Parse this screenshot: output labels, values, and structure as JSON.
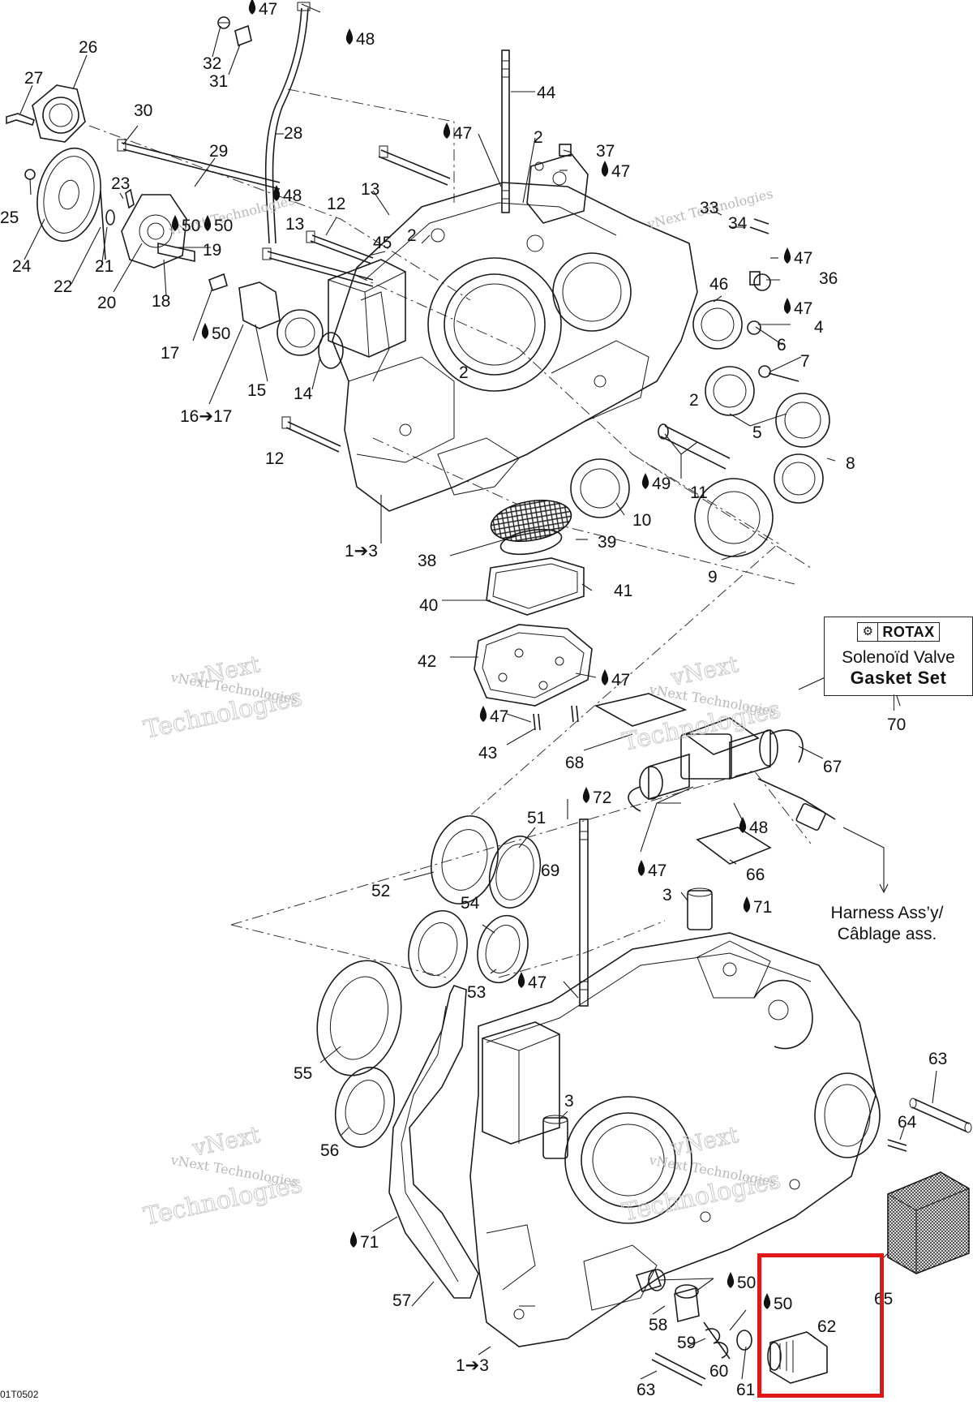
{
  "figure_code": "01T0502",
  "callout": {
    "brand": "ROTAX",
    "line1": "Solenoïd Valve",
    "line2": "Gasket Set",
    "number": "70"
  },
  "harness_note": {
    "line1": "Harness Ass’y/",
    "line2": "Câblage ass."
  },
  "watermark": {
    "line1": "vNext Technologies",
    "line2": "Technologies",
    "line3": "vNext"
  },
  "highlight": {
    "color": "#e01818",
    "part": "62"
  },
  "labels": [
    {
      "id": "l47a",
      "text": "47",
      "drop": true
    },
    {
      "id": "l48a",
      "text": "48",
      "drop": true
    },
    {
      "id": "l32",
      "text": "32",
      "drop": false
    },
    {
      "id": "l31",
      "text": "31",
      "drop": false
    },
    {
      "id": "l26",
      "text": "26",
      "drop": false
    },
    {
      "id": "l27",
      "text": "27",
      "drop": false
    },
    {
      "id": "l30",
      "text": "30",
      "drop": false
    },
    {
      "id": "l28",
      "text": "28",
      "drop": false
    },
    {
      "id": "l44",
      "text": "44",
      "drop": false
    },
    {
      "id": "l47b",
      "text": "47",
      "drop": true
    },
    {
      "id": "l2a",
      "text": "2",
      "drop": false
    },
    {
      "id": "l37",
      "text": "37",
      "drop": false
    },
    {
      "id": "l47c",
      "text": "47",
      "drop": true
    },
    {
      "id": "l29",
      "text": "29",
      "drop": false
    },
    {
      "id": "l23",
      "text": "23",
      "drop": false
    },
    {
      "id": "l25",
      "text": "25",
      "drop": false
    },
    {
      "id": "l13a",
      "text": "13",
      "drop": false
    },
    {
      "id": "l50a",
      "text": "50",
      "drop": true
    },
    {
      "id": "l33",
      "text": "33",
      "drop": false
    },
    {
      "id": "l48b",
      "text": "48",
      "drop": true
    },
    {
      "id": "l12a",
      "text": "12",
      "drop": false
    },
    {
      "id": "l34",
      "text": "34",
      "drop": false
    },
    {
      "id": "l50b",
      "text": "50",
      "drop": true
    },
    {
      "id": "l13b",
      "text": "13",
      "drop": false
    },
    {
      "id": "l2b",
      "text": "2",
      "drop": false
    },
    {
      "id": "l19",
      "text": "19",
      "drop": false
    },
    {
      "id": "l45",
      "text": "45",
      "drop": false
    },
    {
      "id": "l47d",
      "text": "47",
      "drop": true
    },
    {
      "id": "l24",
      "text": "24",
      "drop": false
    },
    {
      "id": "l21",
      "text": "21",
      "drop": false
    },
    {
      "id": "l36",
      "text": "36",
      "drop": false
    },
    {
      "id": "l22",
      "text": "22",
      "drop": false
    },
    {
      "id": "l46",
      "text": "46",
      "drop": false
    },
    {
      "id": "l20",
      "text": "20",
      "drop": false
    },
    {
      "id": "l18",
      "text": "18",
      "drop": false
    },
    {
      "id": "l47e",
      "text": "47",
      "drop": true
    },
    {
      "id": "l4",
      "text": "4",
      "drop": false
    },
    {
      "id": "l50c",
      "text": "50",
      "drop": true
    },
    {
      "id": "l6",
      "text": "6",
      "drop": false
    },
    {
      "id": "l17",
      "text": "17",
      "drop": false
    },
    {
      "id": "l7",
      "text": "7",
      "drop": false
    },
    {
      "id": "l2c",
      "text": "2",
      "drop": false
    },
    {
      "id": "l15",
      "text": "15",
      "drop": false
    },
    {
      "id": "l14",
      "text": "14",
      "drop": false
    },
    {
      "id": "l2d",
      "text": "2",
      "drop": false
    },
    {
      "id": "l16",
      "text": "16➔17",
      "drop": false
    },
    {
      "id": "l5",
      "text": "5",
      "drop": false
    },
    {
      "id": "l12b",
      "text": "12",
      "drop": false
    },
    {
      "id": "l8",
      "text": "8",
      "drop": false
    },
    {
      "id": "l49",
      "text": "49",
      "drop": true
    },
    {
      "id": "l11",
      "text": "11",
      "drop": false
    },
    {
      "id": "l10",
      "text": "10",
      "drop": false
    },
    {
      "id": "l39",
      "text": "39",
      "drop": false
    },
    {
      "id": "l1a",
      "text": "1➔3",
      "drop": false
    },
    {
      "id": "l38",
      "text": "38",
      "drop": false
    },
    {
      "id": "l9",
      "text": "9",
      "drop": false
    },
    {
      "id": "l41",
      "text": "41",
      "drop": false
    },
    {
      "id": "l40",
      "text": "40",
      "drop": false
    },
    {
      "id": "l42",
      "text": "42",
      "drop": false
    },
    {
      "id": "l47f",
      "text": "47",
      "drop": true
    },
    {
      "id": "l47g",
      "text": "47",
      "drop": true
    },
    {
      "id": "l43",
      "text": "43",
      "drop": false
    },
    {
      "id": "l68",
      "text": "68",
      "drop": false
    },
    {
      "id": "l67",
      "text": "67",
      "drop": false
    },
    {
      "id": "l72",
      "text": "72",
      "drop": true
    },
    {
      "id": "l51",
      "text": "51",
      "drop": false
    },
    {
      "id": "l48c",
      "text": "48",
      "drop": true
    },
    {
      "id": "l69",
      "text": "69",
      "drop": false
    },
    {
      "id": "l47h",
      "text": "47",
      "drop": true
    },
    {
      "id": "l66",
      "text": "66",
      "drop": false
    },
    {
      "id": "l52",
      "text": "52",
      "drop": false
    },
    {
      "id": "l3a",
      "text": "3",
      "drop": false
    },
    {
      "id": "l54",
      "text": "54",
      "drop": false
    },
    {
      "id": "l71a",
      "text": "71",
      "drop": true
    },
    {
      "id": "l47i",
      "text": "47",
      "drop": true
    },
    {
      "id": "l53",
      "text": "53",
      "drop": false
    },
    {
      "id": "l55",
      "text": "55",
      "drop": false
    },
    {
      "id": "l63a",
      "text": "63",
      "drop": false
    },
    {
      "id": "l64",
      "text": "64",
      "drop": false
    },
    {
      "id": "l3b",
      "text": "3",
      "drop": false
    },
    {
      "id": "l56",
      "text": "56",
      "drop": false
    },
    {
      "id": "l71b",
      "text": "71",
      "drop": true
    },
    {
      "id": "l65",
      "text": "65",
      "drop": false
    },
    {
      "id": "l50d",
      "text": "50",
      "drop": true
    },
    {
      "id": "l50e",
      "text": "50",
      "drop": true
    },
    {
      "id": "l57",
      "text": "57",
      "drop": false
    },
    {
      "id": "l58",
      "text": "58",
      "drop": false
    },
    {
      "id": "l62",
      "text": "62",
      "drop": false
    },
    {
      "id": "l59",
      "text": "59",
      "drop": false
    },
    {
      "id": "l1b",
      "text": "1➔3",
      "drop": false
    },
    {
      "id": "l60",
      "text": "60",
      "drop": false
    },
    {
      "id": "l63b",
      "text": "63",
      "drop": false
    },
    {
      "id": "l61",
      "text": "61",
      "drop": false
    }
  ]
}
